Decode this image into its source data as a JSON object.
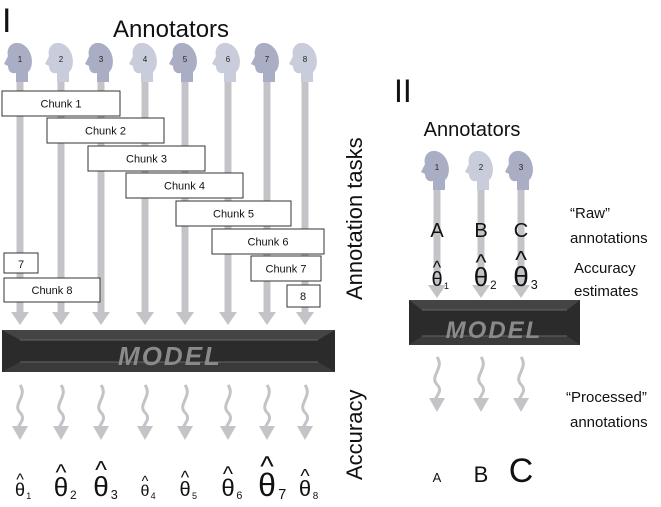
{
  "panel1": {
    "label": "I",
    "title": "Annotators",
    "annotators": [
      "1",
      "2",
      "3",
      "4",
      "5",
      "6",
      "7",
      "8"
    ],
    "chunks": [
      "Chunk 1",
      "Chunk 2",
      "Chunk 3",
      "Chunk 4",
      "Chunk 5",
      "Chunk 6",
      "Chunk 7",
      "Chunk 8"
    ],
    "wrap_boxes": [
      "7",
      "8"
    ],
    "model_label": "MODEL",
    "side_label_tasks": "Annotation tasks",
    "side_label_accuracy": "Accuracy",
    "estimates": [
      {
        "symbol": "θ",
        "hat": "^",
        "sub": "1"
      },
      {
        "symbol": "θ",
        "hat": "^",
        "sub": "2"
      },
      {
        "symbol": "θ",
        "hat": "^",
        "sub": "3"
      },
      {
        "symbol": "θ",
        "hat": "^",
        "sub": "4"
      },
      {
        "symbol": "θ",
        "hat": "^",
        "sub": "5"
      },
      {
        "symbol": "θ",
        "hat": "^",
        "sub": "6"
      },
      {
        "symbol": "θ",
        "hat": "^",
        "sub": "7"
      },
      {
        "symbol": "θ",
        "hat": "^",
        "sub": "8"
      }
    ]
  },
  "panel2": {
    "label": "II",
    "title": "Annotators",
    "annotators": [
      "1",
      "2",
      "3"
    ],
    "raw_annotations": [
      "A",
      "B",
      "C"
    ],
    "estimates": [
      {
        "symbol": "θ",
        "hat": "^",
        "sub": "1"
      },
      {
        "symbol": "θ",
        "hat": "^",
        "sub": "2"
      },
      {
        "symbol": "θ",
        "hat": "^",
        "sub": "3"
      }
    ],
    "model_label": "MODEL",
    "processed_annotations": [
      "A",
      "B",
      "C"
    ],
    "caption_raw_line1": "“Raw”",
    "caption_raw_line2": "annotations",
    "caption_acc_line1": "Accuracy",
    "caption_acc_line2": "estimates",
    "caption_proc_line1": "“Processed”",
    "caption_proc_line2": "annotations"
  },
  "colors": {
    "arrow": "#c4c4c8",
    "head": "#a9aec4",
    "head_light": "#c9ccda",
    "model_dark": "#2b2b2b",
    "model_text": "#8a8a8a",
    "text": "#111111",
    "box_border": "#333333"
  }
}
